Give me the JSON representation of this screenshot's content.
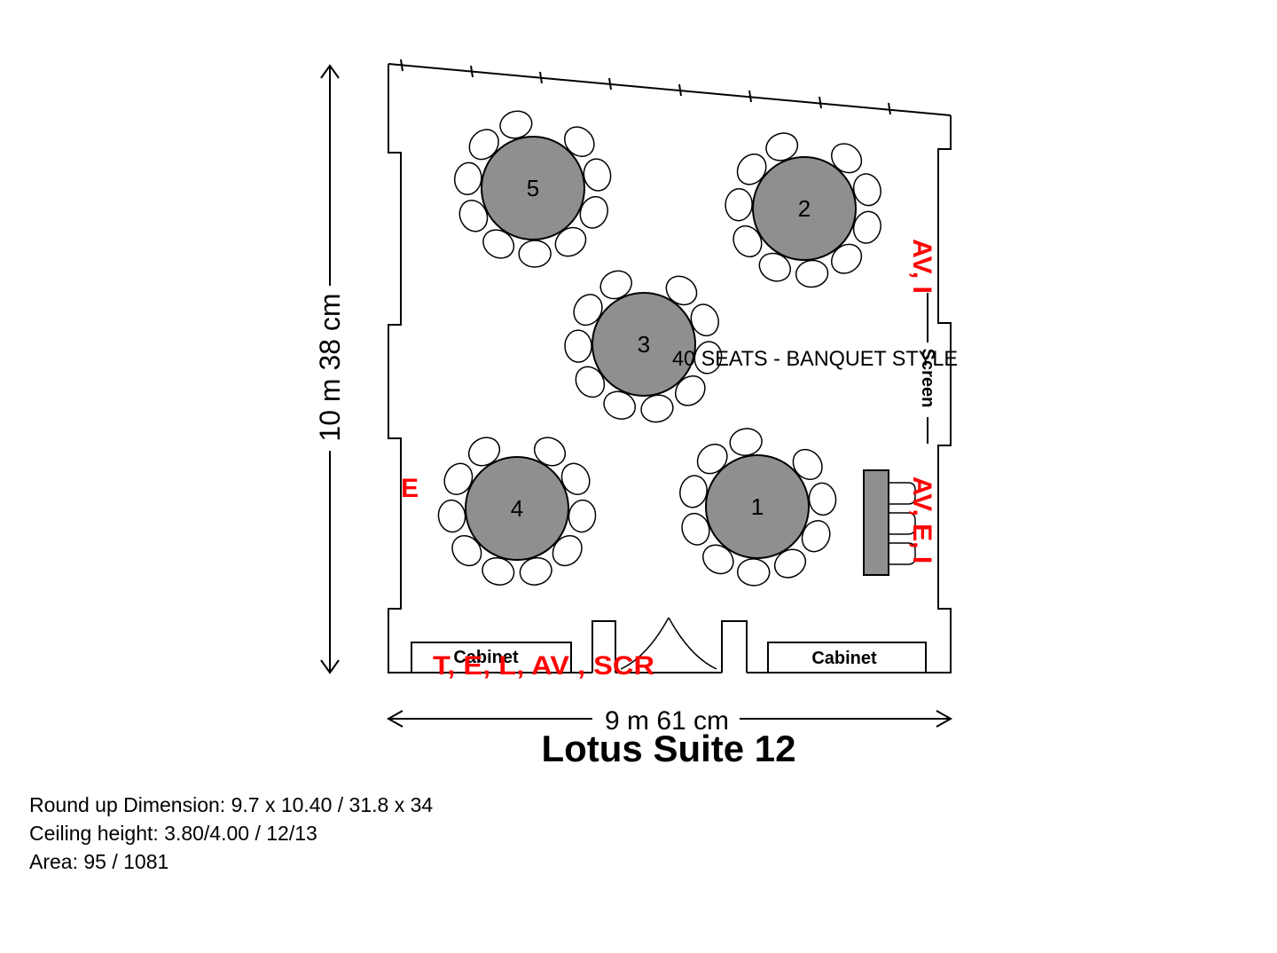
{
  "room": {
    "title": "Lotus Suite 12",
    "height_label": "10 m 38 cm",
    "width_label": "9 m 61 cm",
    "seating_label": "40 SEATS - BANQUET STYLE"
  },
  "tables": [
    {
      "number": "1",
      "chairs": 10
    },
    {
      "number": "2",
      "chairs": 10
    },
    {
      "number": "3",
      "chairs": 10
    },
    {
      "number": "4",
      "chairs": 10
    },
    {
      "number": "5",
      "chairs": 10
    }
  ],
  "fixtures": {
    "cabinet_left": "Cabinet",
    "cabinet_right": "Cabinet",
    "screen": "Screen",
    "head_table_chairs": 3
  },
  "service_labels": {
    "right_upper": "AV, I",
    "right_lower": "AV, E, I",
    "left_wall": "E",
    "bottom_wall": "T, E, L, AV , SCR"
  },
  "details": {
    "dimension": "Round up Dimension: 9.7 x 10.40 / 31.8 x 34",
    "ceiling": "Ceiling height: 3.80/4.00 / 12/13",
    "area": "Area: 95 / 1081"
  },
  "colors": {
    "table_fill": "#8f8f8f",
    "service_red": "#ff0000",
    "line": "#000000"
  }
}
